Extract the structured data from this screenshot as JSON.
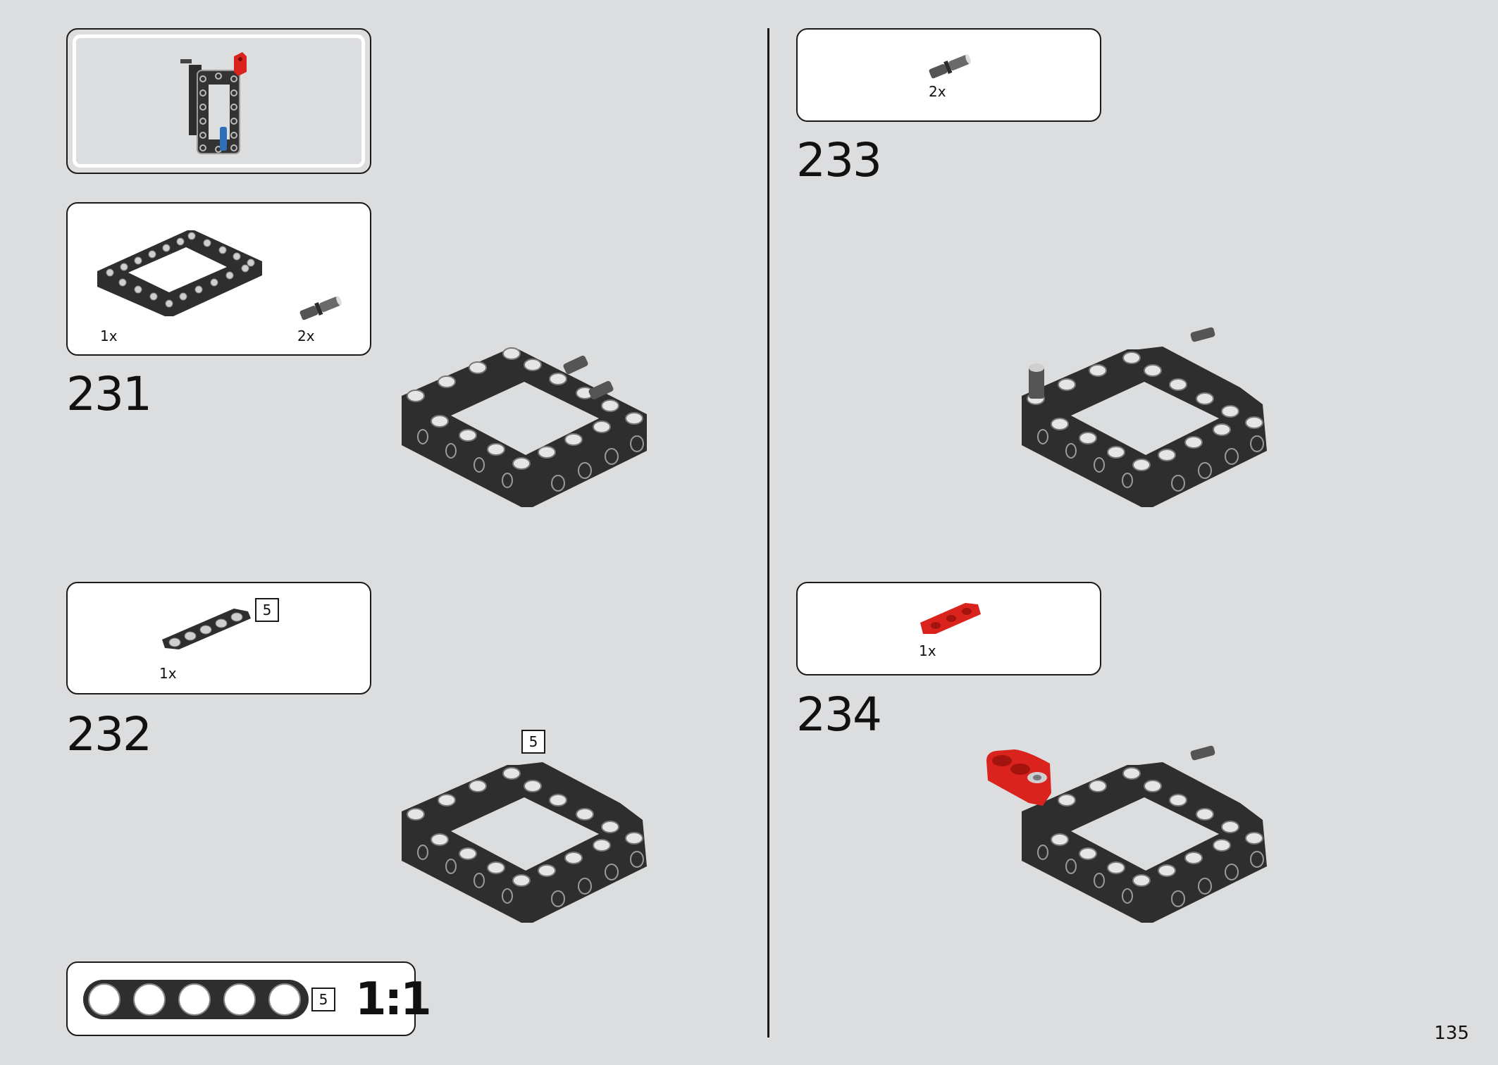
{
  "steps": [
    {
      "number": "231",
      "parts": [
        {
          "qty": "1x"
        },
        {
          "qty": "2x"
        }
      ]
    },
    {
      "number": "232",
      "parts": [
        {
          "qty": "1x",
          "length": "5"
        }
      ],
      "callout_length": "5"
    },
    {
      "number": "233",
      "parts": [
        {
          "qty": "2x"
        }
      ]
    },
    {
      "number": "234",
      "parts": [
        {
          "qty": "1x"
        }
      ]
    }
  ],
  "scale_ruler": {
    "length": "5",
    "label": "1:1"
  },
  "page_number": "135",
  "colors": {
    "background": "#dcdddf",
    "beam": "#333333",
    "pin": "#5a5a5a",
    "accent_red": "#d9231c",
    "accent_blue": "#2f6fb8"
  }
}
